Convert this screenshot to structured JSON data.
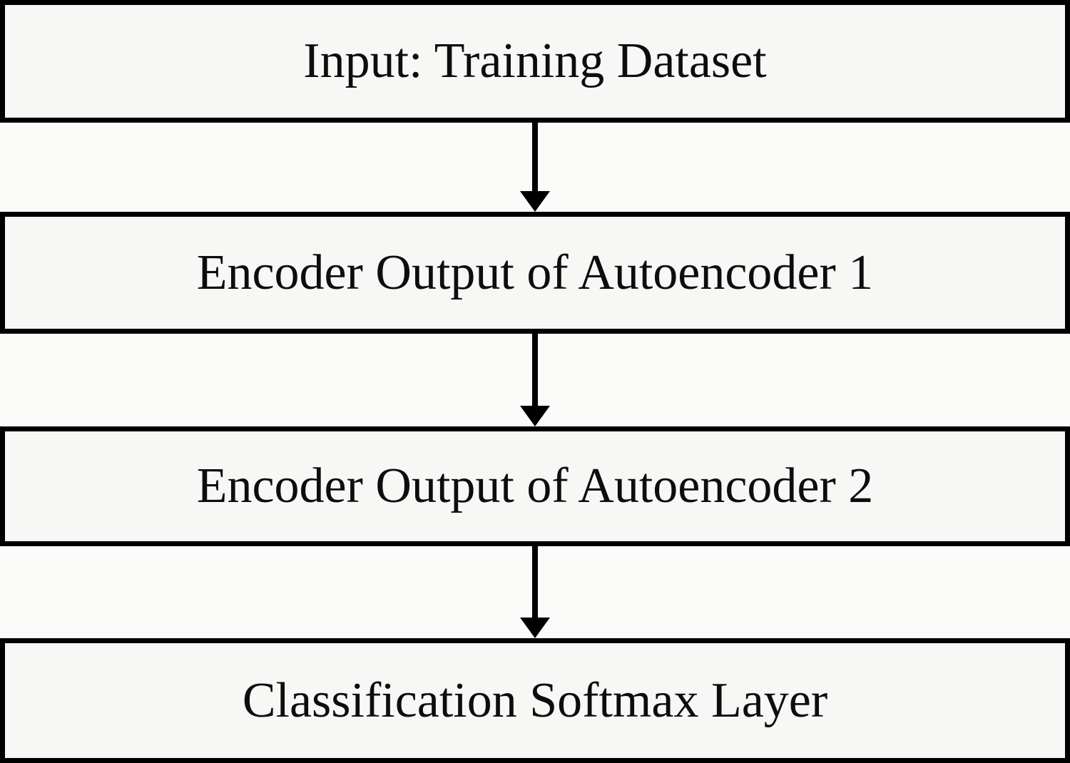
{
  "diagram": {
    "nodes": [
      {
        "label": "Input: Training Dataset"
      },
      {
        "label": "Encoder Output of Autoencoder 1"
      },
      {
        "label": "Encoder Output of Autoencoder 2"
      },
      {
        "label": "Classification Softmax Layer"
      }
    ],
    "connector_icon": "down-arrow-icon"
  },
  "colors": {
    "border": "#000000",
    "box_fill": "#f7f7f5",
    "background": "#fbfbfa",
    "text": "#0d0d0d",
    "arrow": "#000000"
  }
}
